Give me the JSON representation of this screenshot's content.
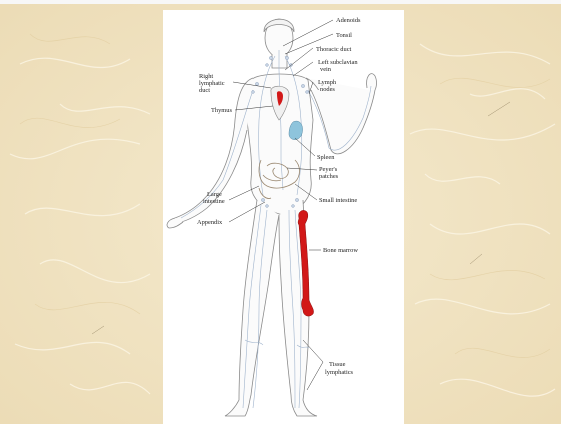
{
  "slide": {
    "background_color": "#f2e6c8",
    "panel_color": "#ffffff"
  },
  "figure": {
    "labels": {
      "adenoids": "Adenoids",
      "tonsil": "Tonsil",
      "thoracic_duct": "Thoracic duct",
      "left_subclavian_1": "Left subclavian",
      "left_subclavian_2": "vein",
      "right_lymphatic_1": "Right",
      "right_lymphatic_2": "lymphatic",
      "right_lymphatic_3": "duct",
      "lymph_nodes_1": "Lymph",
      "lymph_nodes_2": "nodes",
      "thymus": "Thymus",
      "spleen": "Spleen",
      "peyers_1": "Peyer's",
      "peyers_2": "patches",
      "small_intestine": "Small intestine",
      "large_intestine_1": "Large",
      "large_intestine_2": "intestine",
      "appendix": "Appendix",
      "bone_marrow": "Bone marrow",
      "tissue_lymphatics_1": "Tissue",
      "tissue_lymphatics_2": "lymphatics"
    },
    "colors": {
      "skin_outline": "#8a8a8a",
      "vessel": "#9fb3cc",
      "bone_marrow": "#d21818",
      "spleen": "#8ec4dc"
    }
  }
}
